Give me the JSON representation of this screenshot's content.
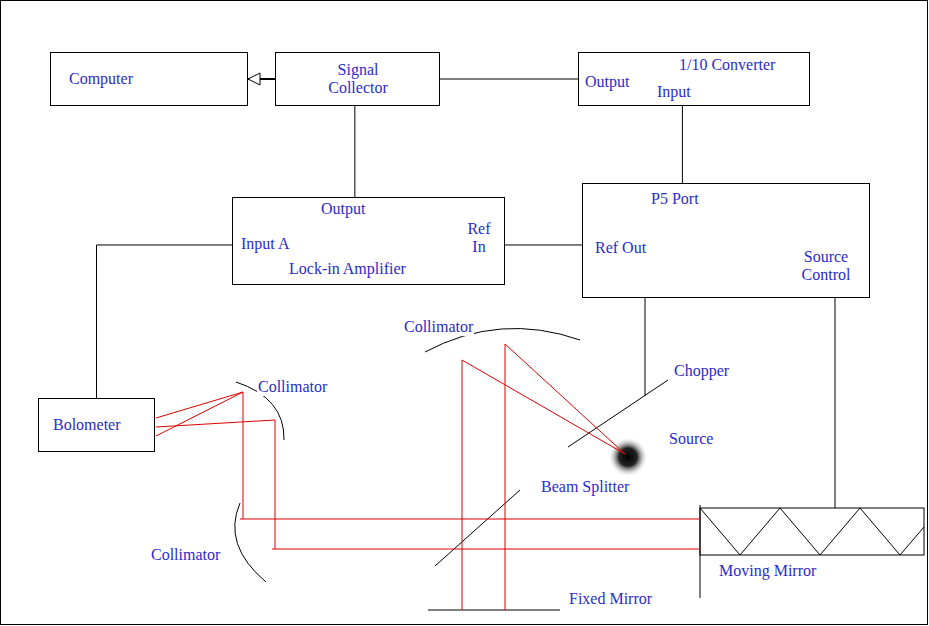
{
  "diagram": {
    "nodes": [
      {
        "text": [
          "Computer"
        ]
      },
      {
        "text": [
          "Signal Collector"
        ]
      },
      {
        "text": [
          "Output",
          "1/10 Converter",
          "Input"
        ]
      },
      {
        "text": [
          "Output",
          "Input A",
          "Ref In",
          "Lock-in Amplifier"
        ]
      },
      {
        "text": [
          "P5 Port",
          "Ref Out",
          "Source Control"
        ]
      },
      {
        "text": [
          "Bolometer"
        ]
      }
    ],
    "edges": [
      {
        "from": 1,
        "to": 0,
        "arrow": "to"
      },
      {
        "from": 1,
        "to": 2,
        "arrow": "none"
      },
      {
        "from": 3,
        "to": 1,
        "arrow": "none"
      },
      {
        "from": 2,
        "to": 4,
        "arrow": "none"
      },
      {
        "from": 3,
        "to": 4,
        "arrow": "none"
      },
      {
        "from": 5,
        "to": 3,
        "arrow": "none"
      }
    ],
    "labels": [
      "Collimator",
      "Collimator",
      "Chopper",
      "Source",
      "Collimator",
      "Beam Splitter",
      "Moving Mirror",
      "Fixed Mirror"
    ]
  }
}
